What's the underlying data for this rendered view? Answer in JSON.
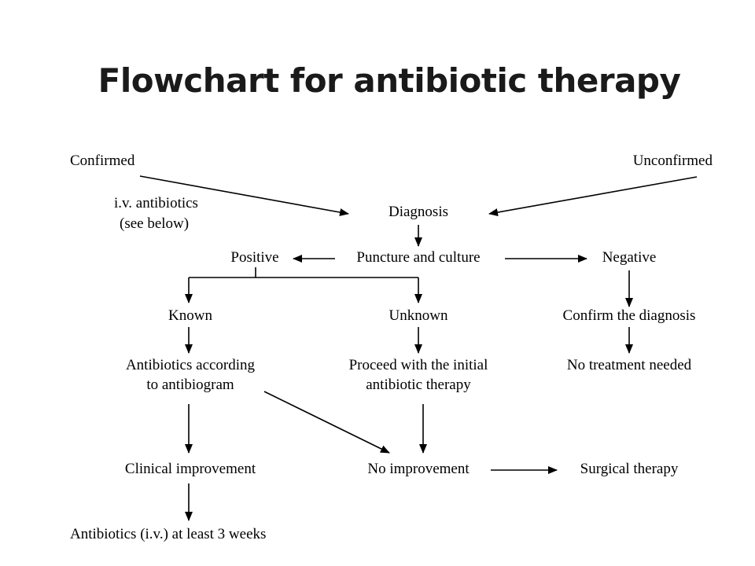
{
  "title": "Flowchart for antibiotic therapy",
  "nodes": {
    "confirmed": "Confirmed",
    "unconfirmed": "Unconfirmed",
    "iv_antibiotics_line1": "i.v. antibiotics",
    "iv_antibiotics_line2": "(see below)",
    "diagnosis": "Diagnosis",
    "positive": "Positive",
    "puncture_culture": "Puncture and culture",
    "negative": "Negative",
    "known": "Known",
    "unknown": "Unknown",
    "confirm_diagnosis": "Confirm the diagnosis",
    "antibiogram_line1": "Antibiotics according",
    "antibiogram_line2": "to antibiogram",
    "initial_therapy_line1": "Proceed with the initial",
    "initial_therapy_line2": "antibiotic therapy",
    "no_treatment": "No treatment needed",
    "clinical_improvement": "Clinical improvement",
    "no_improvement": "No improvement",
    "surgical_therapy": "Surgical therapy",
    "antibiotics_3_weeks": "Antibiotics (i.v.) at least 3 weeks"
  },
  "edges": [
    {
      "from": "confirmed",
      "to": "diagnosis"
    },
    {
      "from": "unconfirmed",
      "to": "diagnosis"
    },
    {
      "from": "diagnosis",
      "to": "puncture_culture"
    },
    {
      "from": "puncture_culture",
      "to": "positive"
    },
    {
      "from": "puncture_culture",
      "to": "negative"
    },
    {
      "from": "positive",
      "to": "known"
    },
    {
      "from": "positive",
      "to": "unknown"
    },
    {
      "from": "negative",
      "to": "confirm_diagnosis"
    },
    {
      "from": "known",
      "to": "antibiogram"
    },
    {
      "from": "unknown",
      "to": "initial_therapy"
    },
    {
      "from": "confirm_diagnosis",
      "to": "no_treatment"
    },
    {
      "from": "antibiogram",
      "to": "clinical_improvement"
    },
    {
      "from": "antibiogram",
      "to": "no_improvement"
    },
    {
      "from": "initial_therapy",
      "to": "no_improvement"
    },
    {
      "from": "no_improvement",
      "to": "surgical_therapy"
    },
    {
      "from": "clinical_improvement",
      "to": "antibiotics_3_weeks"
    }
  ],
  "colors": {
    "text": "#000000",
    "title": "#1a1a1a",
    "line": "#000000",
    "background": "#ffffff"
  }
}
